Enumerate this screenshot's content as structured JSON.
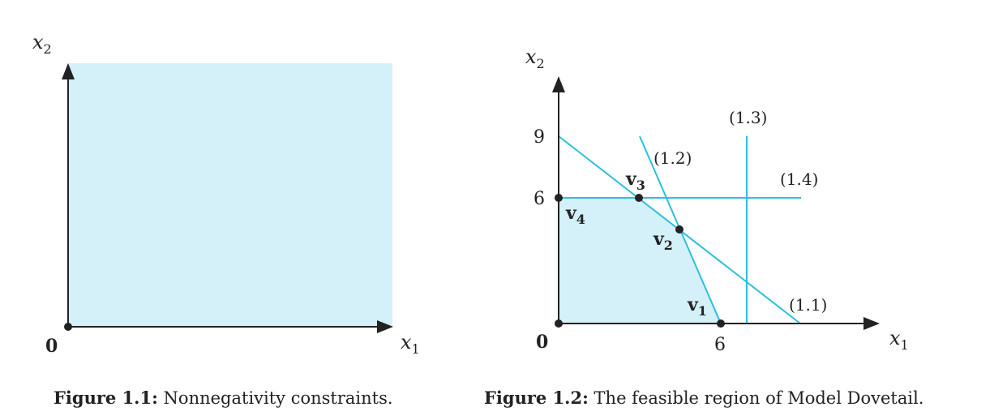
{
  "figure1": {
    "axis_x_label": "x",
    "axis_x_sub": "1",
    "axis_y_label": "x",
    "axis_y_sub": "2",
    "origin_label": "0",
    "caption_prefix": "Figure 1.1:",
    "caption_text": " Nonnegativity constraints."
  },
  "figure2": {
    "axis_x_label": "x",
    "axis_x_sub": "1",
    "axis_y_label": "x",
    "axis_y_sub": "2",
    "origin_label": "0",
    "tick_x": "6",
    "tick_y": [
      "9",
      "6"
    ],
    "constraint_labels": [
      "(1.1)",
      "(1.2)",
      "(1.3)",
      "(1.4)"
    ],
    "vertices": [
      {
        "name": "v",
        "sub": "1"
      },
      {
        "name": "v",
        "sub": "2"
      },
      {
        "name": "v",
        "sub": "3"
      },
      {
        "name": "v",
        "sub": "4"
      }
    ],
    "caption_prefix": "Figure 1.2:",
    "caption_text": " The feasible region of Model Dovetail."
  },
  "colors": {
    "region_fill": "#d4f0f8",
    "constraint_line": "#2bbfe0",
    "axis": "#222222"
  }
}
